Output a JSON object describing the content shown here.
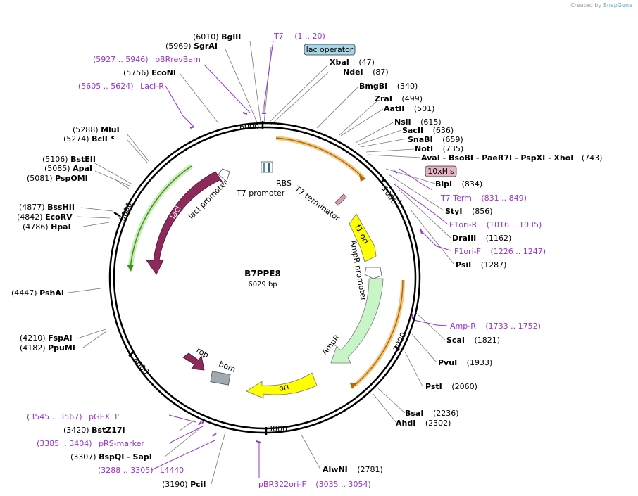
{
  "credit": {
    "text": "Created by",
    "brand": "SnapGene"
  },
  "plasmid": {
    "name": "B7PPE8",
    "size": "6029 bp"
  },
  "ticks": [
    "6000",
    "1000",
    "2000",
    "3000",
    "4000",
    "5000"
  ],
  "features": {
    "rbs": "RBS",
    "t7_promoter": "T7 promoter",
    "t7_terminator": "T7 terminator",
    "f1_ori": "f1 ori",
    "ampr_promoter": "AmpR promoter",
    "ampr": "AmpR",
    "ori": "ori",
    "lacI": "lacI",
    "lacI_promoter": "lacI promoter",
    "rop": "rop",
    "bom": "bom",
    "lac_operator": "lac operator",
    "his_tag": "10xHis"
  },
  "labels": [
    {
      "id": "bglII",
      "kind": "enzyme",
      "pos": "(6010)",
      "name": "BglII"
    },
    {
      "id": "sgrAI",
      "kind": "enzyme",
      "pos": "(5969)",
      "name": "SgrAI"
    },
    {
      "id": "t7",
      "kind": "primer",
      "name": "T7",
      "pos": "(1 .. 20)"
    },
    {
      "id": "xbaI",
      "kind": "enzyme",
      "name": "XbaI",
      "pos": "(47)"
    },
    {
      "id": "ndeI",
      "kind": "enzyme",
      "name": "NdeI",
      "pos": "(87)"
    },
    {
      "id": "bmgBI",
      "kind": "enzyme",
      "name": "BmgBI",
      "pos": "(340)"
    },
    {
      "id": "zraI",
      "kind": "enzyme",
      "name": "ZraI",
      "pos": "(499)"
    },
    {
      "id": "aatII",
      "kind": "enzyme",
      "name": "AatII",
      "pos": "(501)"
    },
    {
      "id": "nsiI",
      "kind": "enzyme",
      "name": "NsiI",
      "pos": "(615)"
    },
    {
      "id": "sacII",
      "kind": "enzyme",
      "name": "SacII",
      "pos": "(636)"
    },
    {
      "id": "snaBI",
      "kind": "enzyme",
      "name": "SnaBI",
      "pos": "(659)"
    },
    {
      "id": "notI",
      "kind": "enzyme",
      "name": "NotI",
      "pos": "(735)"
    },
    {
      "id": "avaI",
      "kind": "enzyme",
      "name": "AvaI - BsoBI - PaeR7I - PspXI - XhoI",
      "pos": "(743)"
    },
    {
      "id": "blpI",
      "kind": "enzyme",
      "name": "BlpI",
      "pos": "(834)"
    },
    {
      "id": "t7term",
      "kind": "primer",
      "name": "T7 Term",
      "pos": "(831 .. 849)"
    },
    {
      "id": "styI",
      "kind": "enzyme",
      "name": "StyI",
      "pos": "(856)"
    },
    {
      "id": "f1oriR",
      "kind": "primer",
      "name": "F1ori-R",
      "pos": "(1016 .. 1035)"
    },
    {
      "id": "draIII",
      "kind": "enzyme",
      "name": "DraIII",
      "pos": "(1162)"
    },
    {
      "id": "f1oriF",
      "kind": "primer",
      "name": "F1ori-F",
      "pos": "(1226 .. 1247)"
    },
    {
      "id": "psiI",
      "kind": "enzyme",
      "name": "PsiI",
      "pos": "(1287)"
    },
    {
      "id": "ampR_primer",
      "kind": "primer",
      "name": "Amp-R",
      "pos": "(1733 .. 1752)"
    },
    {
      "id": "scaI",
      "kind": "enzyme",
      "name": "ScaI",
      "pos": "(1821)"
    },
    {
      "id": "pvuI",
      "kind": "enzyme",
      "name": "PvuI",
      "pos": "(1933)"
    },
    {
      "id": "pstI",
      "kind": "enzyme",
      "name": "PstI",
      "pos": "(2060)"
    },
    {
      "id": "bsaI",
      "kind": "enzyme",
      "name": "BsaI",
      "pos": "(2236)"
    },
    {
      "id": "ahdI",
      "kind": "enzyme",
      "name": "AhdI",
      "pos": "(2302)"
    },
    {
      "id": "alwNI",
      "kind": "enzyme",
      "name": "AlwNI",
      "pos": "(2781)"
    },
    {
      "id": "pBR322oriF",
      "kind": "primer",
      "name": "pBR322ori-F",
      "pos": "(3035 .. 3054)"
    },
    {
      "id": "pciI",
      "kind": "enzyme",
      "pos": "(3190)",
      "name": "PciI"
    },
    {
      "id": "l4440",
      "kind": "primer",
      "pos": "(3288 .. 3305)",
      "name": "L4440"
    },
    {
      "id": "bspQI",
      "kind": "enzyme",
      "pos": "(3307)",
      "name": "BspQI - SapI"
    },
    {
      "id": "pRSmarker",
      "kind": "primer",
      "pos": "(3385 .. 3404)",
      "name": "pRS-marker"
    },
    {
      "id": "bstZ17I",
      "kind": "enzyme",
      "pos": "(3420)",
      "name": "BstZ17I"
    },
    {
      "id": "pGEX3",
      "kind": "primer",
      "pos": "(3545 .. 3567)",
      "name": "pGEX 3'"
    },
    {
      "id": "ppuMI",
      "kind": "enzyme",
      "pos": "(4182)",
      "name": "PpuMI"
    },
    {
      "id": "fspAI",
      "kind": "enzyme",
      "pos": "(4210)",
      "name": "FspAI"
    },
    {
      "id": "pshAI",
      "kind": "enzyme",
      "pos": "(4447)",
      "name": "PshAI"
    },
    {
      "id": "hpaI",
      "kind": "enzyme",
      "pos": "(4786)",
      "name": "HpaI"
    },
    {
      "id": "ecoRV",
      "kind": "enzyme",
      "pos": "(4842)",
      "name": "EcoRV"
    },
    {
      "id": "bssHII",
      "kind": "enzyme",
      "pos": "(4877)",
      "name": "BssHII"
    },
    {
      "id": "pspOMI",
      "kind": "enzyme",
      "pos": "(5081)",
      "name": "PspOMI"
    },
    {
      "id": "apaI",
      "kind": "enzyme",
      "pos": "(5085)",
      "name": "ApaI"
    },
    {
      "id": "bstEII",
      "kind": "enzyme",
      "pos": "(5106)",
      "name": "BstEII"
    },
    {
      "id": "bclI",
      "kind": "enzyme",
      "pos": "(5274)",
      "name": "BclI *"
    },
    {
      "id": "mluI",
      "kind": "enzyme",
      "pos": "(5288)",
      "name": "MluI"
    },
    {
      "id": "lacIR",
      "kind": "primer",
      "pos": "(5605 .. 5624)",
      "name": "LacI-R"
    },
    {
      "id": "ecoNI",
      "kind": "enzyme",
      "pos": "(5756)",
      "name": "EcoNI"
    },
    {
      "id": "pBRrevBam",
      "kind": "primer",
      "pos": "(5927 .. 5946)",
      "name": "pBRrevBam"
    }
  ]
}
